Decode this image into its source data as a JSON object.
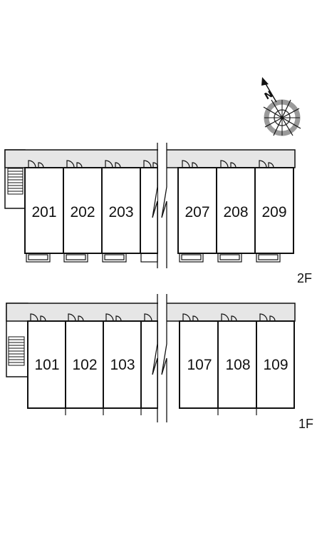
{
  "compass": {
    "north_label": "N",
    "icon": "compass-rose-icon"
  },
  "floors": [
    {
      "id": "2F",
      "label": "2F",
      "units": [
        {
          "number": "201"
        },
        {
          "number": "202"
        },
        {
          "number": "203"
        },
        {
          "number": "207"
        },
        {
          "number": "208"
        },
        {
          "number": "209"
        }
      ]
    },
    {
      "id": "1F",
      "label": "1F",
      "units": [
        {
          "number": "101"
        },
        {
          "number": "102"
        },
        {
          "number": "103"
        },
        {
          "number": "107"
        },
        {
          "number": "108"
        },
        {
          "number": "109"
        }
      ]
    }
  ],
  "colors": {
    "corridor": "#e6e6e6",
    "wall": "#111111",
    "compass_ring": "#9a9a9a"
  }
}
